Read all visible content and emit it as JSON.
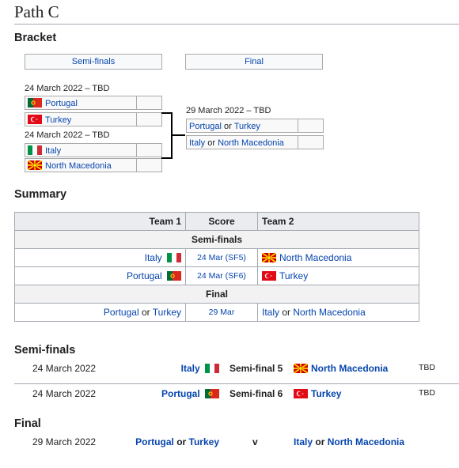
{
  "section_title": "Path C",
  "bracket": {
    "heading": "Bracket",
    "round_semis": "Semi-finals",
    "round_final": "Final",
    "semi1": {
      "date": "24 March 2022 – TBD",
      "team_a": "Portugal",
      "team_b": "Turkey"
    },
    "semi2": {
      "date": "24 March 2022 – TBD",
      "team_a": "Italy",
      "team_b": "North Macedonia"
    },
    "final": {
      "date": "29 March 2022 – TBD",
      "team_a_1": "Portugal",
      "team_a_or": "or",
      "team_a_2": "Turkey",
      "team_b_1": "Italy",
      "team_b_or": "or",
      "team_b_2": "North Macedonia"
    }
  },
  "summary": {
    "heading": "Summary",
    "col_team1": "Team 1",
    "col_score": "Score",
    "col_team2": "Team 2",
    "group_semis": "Semi-finals",
    "group_final": "Final",
    "rows": [
      {
        "team1": "Italy",
        "score": "24 Mar (SF5)",
        "team2": "North Macedonia"
      },
      {
        "team1": "Portugal",
        "score": "24 Mar (SF6)",
        "team2": "Turkey"
      },
      {
        "team1_a": "Portugal",
        "or1": "or",
        "team1_b": "Turkey",
        "score": "29 Mar",
        "team2_a": "Italy",
        "or2": "or",
        "team2_b": "North Macedonia"
      }
    ]
  },
  "semis": {
    "heading": "Semi-finals",
    "matches": [
      {
        "date": "24 March 2022",
        "team1": "Italy",
        "label": "Semi-final 5",
        "team2": "North Macedonia",
        "status": "TBD"
      },
      {
        "date": "24 March 2022",
        "team1": "Portugal",
        "label": "Semi-final 6",
        "team2": "Turkey",
        "status": "TBD"
      }
    ]
  },
  "final": {
    "heading": "Final",
    "date": "29 March 2022",
    "team1_a": "Portugal",
    "or1": "or",
    "team1_b": "Turkey",
    "vs": "v",
    "team2_a": "Italy",
    "or2": "or",
    "team2_b": "North Macedonia"
  },
  "icons": [
    "portugal-flag-icon",
    "turkey-flag-icon",
    "italy-flag-icon",
    "north-macedonia-flag-icon"
  ]
}
